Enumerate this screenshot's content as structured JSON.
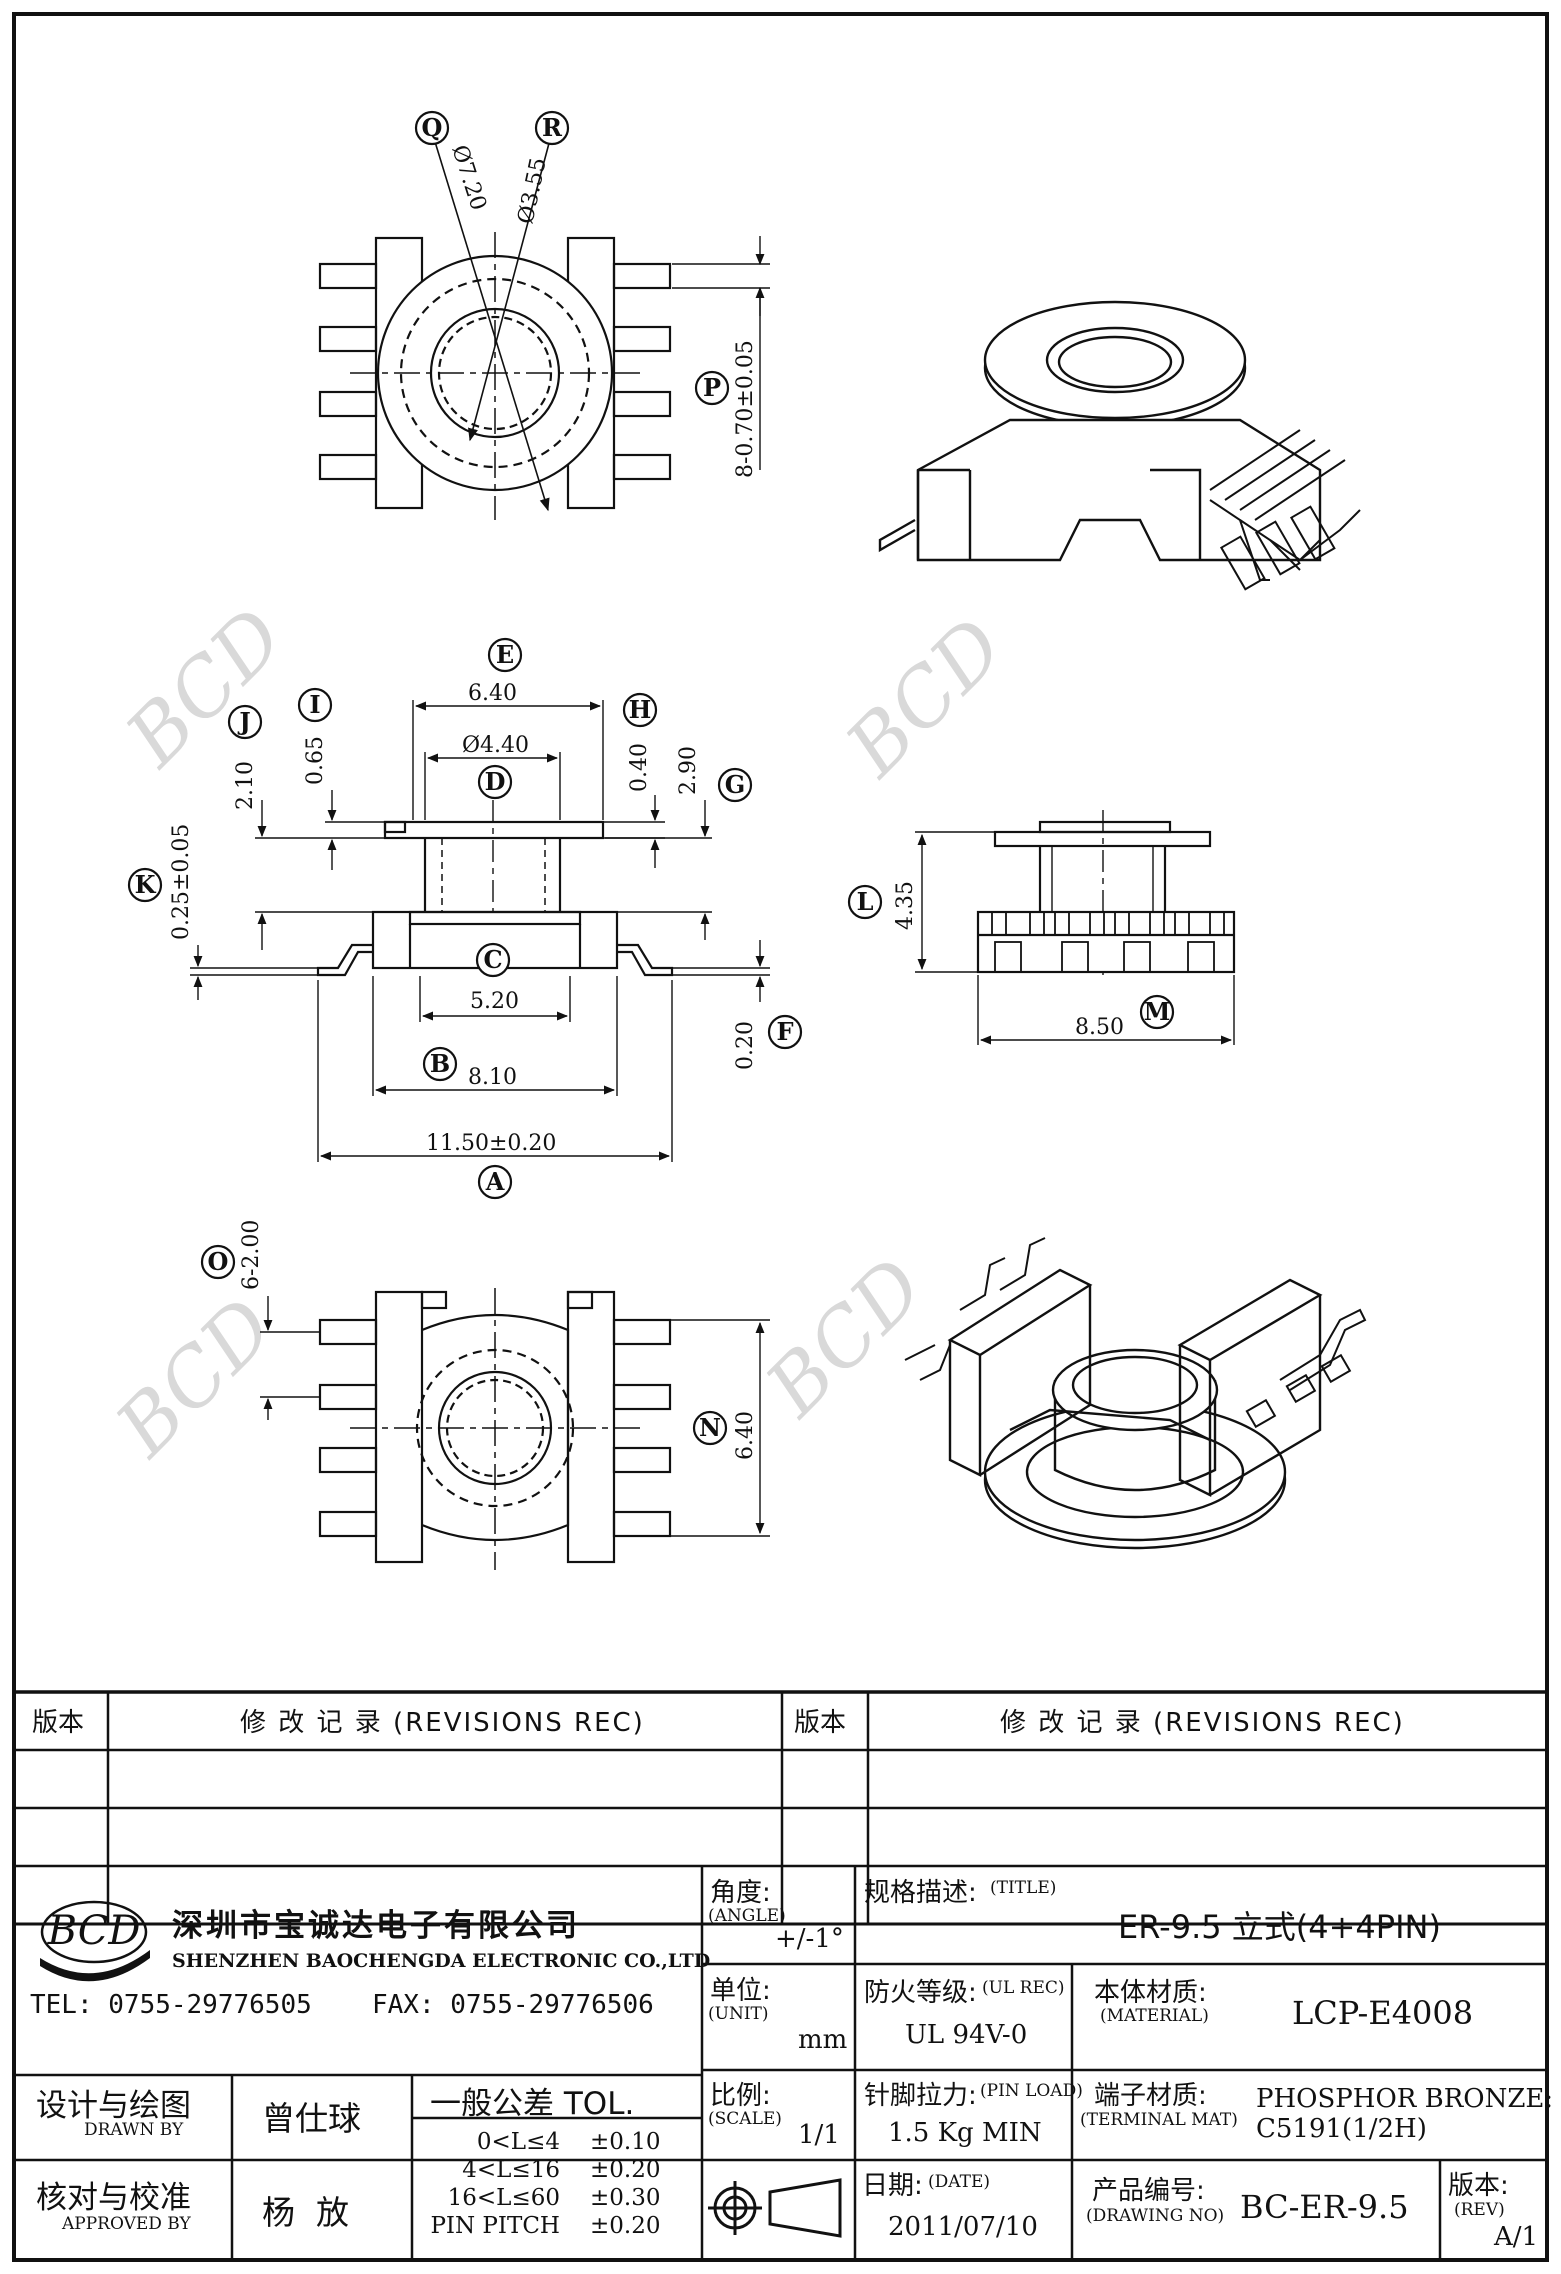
{
  "drawing": {
    "callouts": {
      "Q": "Q",
      "R": "R",
      "P": "P",
      "E": "E",
      "I": "I",
      "J": "J",
      "H": "H",
      "D": "D",
      "G": "G",
      "K": "K",
      "C": "C",
      "B": "B",
      "F": "F",
      "A": "A",
      "L": "L",
      "M": "M",
      "O": "O",
      "N": "N"
    },
    "dims": {
      "Q": "Ø7.20",
      "R": "Ø3.55",
      "P": "8-0.70±0.05",
      "E": "6.40",
      "D": "Ø4.40",
      "I": "0.65",
      "J": "2.10",
      "H": "0.40",
      "G": "2.90",
      "K": "0.25±0.05",
      "C": "5.20",
      "B": "8.10",
      "A": "11.50±0.20",
      "F": "0.20",
      "L": "4.35",
      "M": "8.50",
      "O": "6-2.00",
      "N": "6.40"
    },
    "watermark": "BCD"
  },
  "title_block": {
    "revision_header": {
      "version_label": "版本",
      "records_label": "修 改 记 录 (REVISIONS REC)"
    },
    "company": {
      "logo": "BCD",
      "name_zh": "深圳市宝诚达电子有限公司",
      "name_en": "SHENZHEN BAOCHENGDA ELECTRONIC CO.,LTD",
      "tel": "TEL: 0755-29776505",
      "fax": "FAX: 0755-29776506"
    },
    "angle": {
      "label": "角度:",
      "label_en": "(ANGLE)",
      "value": "+/-1°"
    },
    "unit": {
      "label": "单位:",
      "label_en": "(UNIT)",
      "value": "mm"
    },
    "scale": {
      "label": "比例:",
      "label_en": "(SCALE)",
      "value": "1/1"
    },
    "title": {
      "label": "规格描述:",
      "label_en": "(TITLE)",
      "value": "ER-9.5 立式(4+4PIN)"
    },
    "ul": {
      "label": "防火等级:",
      "label_en": "(UL REC)",
      "value": "UL 94V-0"
    },
    "material": {
      "label": "本体材质:",
      "label_en": "(MATERIAL)",
      "value": "LCP-E4008"
    },
    "pin_load": {
      "label": "针脚拉力:",
      "label_en": "(PIN LOAD)",
      "value": "1.5 Kg MIN"
    },
    "terminal": {
      "label": "端子材质:",
      "label_en": "(TERMINAL MAT)",
      "value1": "PHOSPHOR BRONZE:",
      "value2": "C5191(1/2H)"
    },
    "date": {
      "label": "日期:",
      "label_en": "(DATE)",
      "value": "2011/07/10"
    },
    "drawing_no": {
      "label": "产品编号:",
      "label_en": "(DRAWING NO)",
      "value": "BC-ER-9.5"
    },
    "rev": {
      "label": "版本:",
      "label_en": "(REV)",
      "value": "A/1"
    },
    "drawn": {
      "label": "设计与绘图",
      "label_en": "DRAWN BY",
      "name": "曾仕球"
    },
    "approved": {
      "label": "核对与校准",
      "label_en": "APPROVED BY",
      "name": "杨  放"
    },
    "tolerance": {
      "label": "一般公差 TOL.",
      "rows": [
        {
          "range": "0<L≤4",
          "tol": "±0.10"
        },
        {
          "range": "4<L≤16",
          "tol": "±0.20"
        },
        {
          "range": "16<L≤60",
          "tol": "±0.30"
        },
        {
          "range": "PIN PITCH",
          "tol": "±0.20"
        }
      ]
    }
  }
}
